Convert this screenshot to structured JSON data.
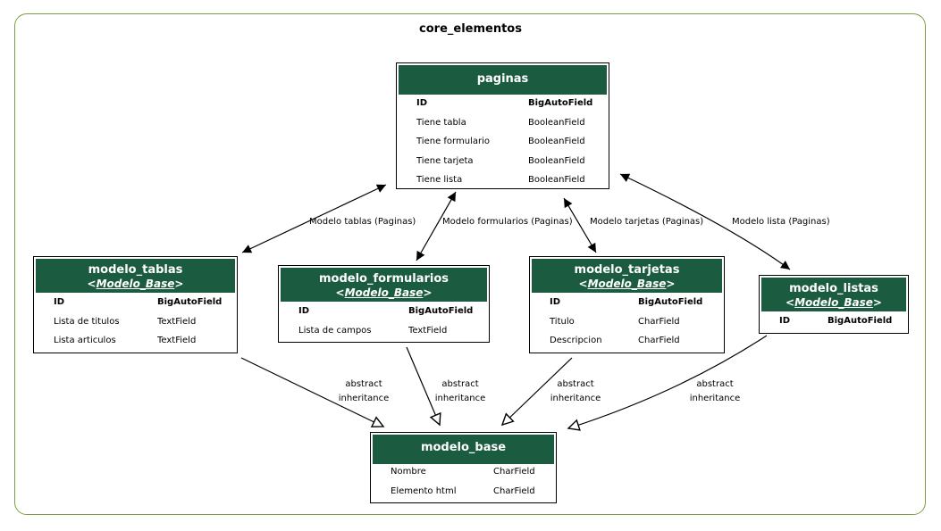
{
  "diagram": {
    "title": "core_elementos",
    "models": {
      "paginas": {
        "name": "paginas",
        "fields": [
          {
            "name": "ID",
            "type": "BigAutoField",
            "pk": true
          },
          {
            "name": "Tiene tabla",
            "type": "BooleanField"
          },
          {
            "name": "Tiene formulario",
            "type": "BooleanField"
          },
          {
            "name": "Tiene tarjeta",
            "type": "BooleanField"
          },
          {
            "name": "Tiene lista",
            "type": "BooleanField"
          }
        ]
      },
      "modelo_tablas": {
        "name": "modelo_tablas",
        "parent_prefix": "<",
        "parent": "Modelo_Base",
        "parent_suffix": ">",
        "fields": [
          {
            "name": "ID",
            "type": "BigAutoField",
            "pk": true
          },
          {
            "name": "Lista de titulos",
            "type": "TextField"
          },
          {
            "name": "Lista articulos",
            "type": "TextField"
          }
        ]
      },
      "modelo_formularios": {
        "name": "modelo_formularios",
        "parent_prefix": "<",
        "parent": "Modelo_Base",
        "parent_suffix": ">",
        "fields": [
          {
            "name": "ID",
            "type": "BigAutoField",
            "pk": true
          },
          {
            "name": "Lista de campos",
            "type": "TextField"
          }
        ]
      },
      "modelo_tarjetas": {
        "name": "modelo_tarjetas",
        "parent_prefix": "<",
        "parent": "Modelo_Base",
        "parent_suffix": ">",
        "fields": [
          {
            "name": "ID",
            "type": "BigAutoField",
            "pk": true
          },
          {
            "name": "Titulo",
            "type": "CharField"
          },
          {
            "name": "Descripcion",
            "type": "CharField"
          }
        ]
      },
      "modelo_listas": {
        "name": "modelo_listas",
        "parent_prefix": "<",
        "parent": "Modelo_Base",
        "parent_suffix": ">",
        "fields": [
          {
            "name": "ID",
            "type": "BigAutoField",
            "pk": true
          }
        ]
      },
      "modelo_base": {
        "name": "modelo_base",
        "fields": [
          {
            "name": "Nombre",
            "type": "CharField"
          },
          {
            "name": "Elemento html",
            "type": "CharField"
          }
        ]
      }
    },
    "relations": [
      {
        "label": "Modelo tablas (Paginas)"
      },
      {
        "label": "Modelo formularios (Paginas)"
      },
      {
        "label": "Modelo tarjetas (Paginas)"
      },
      {
        "label": "Modelo lista (Paginas)"
      }
    ],
    "inheritance": [
      {
        "line1": "abstract",
        "line2": "inheritance"
      },
      {
        "line1": "abstract",
        "line2": "inheritance"
      },
      {
        "line1": "abstract",
        "line2": "inheritance"
      },
      {
        "line1": "abstract",
        "line2": "inheritance"
      }
    ],
    "colors": {
      "header_fill": "#1b5c41",
      "cluster_border": "#7d9f41"
    }
  }
}
